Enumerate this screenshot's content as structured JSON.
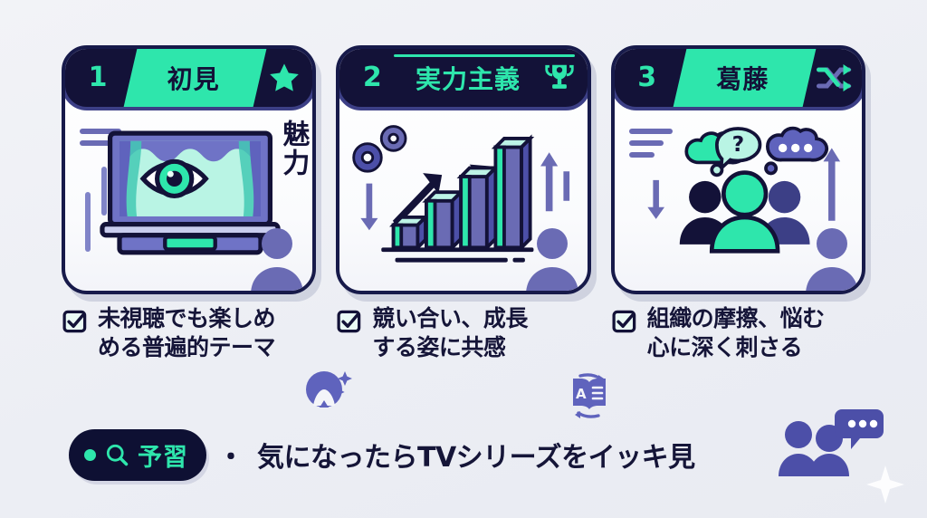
{
  "background_color": "#eef0f5",
  "palette": {
    "navy": "#131238",
    "teal": "#2ee6ac",
    "purple": "#6a6bb4",
    "deep_purple": "#4c4fa8",
    "card_border": "#171a4a",
    "text": "#151538"
  },
  "cards": [
    {
      "number": "1",
      "title": "初見",
      "title_on": "teal",
      "icon": "star-icon",
      "kanji_overlay": "魅力",
      "illustration": "stage-curtain-eye-laptop",
      "caption": "未視聴でも楽しめめる普遍的テーマ",
      "caption_line1": "未視聴でも楽しめ",
      "caption_line2": "める普遍的テーマ",
      "check_icon": "checkbox-checked-icon"
    },
    {
      "number": "2",
      "title": "実力主義",
      "title_on": "navy",
      "icon": "trophy-icon",
      "kanji_overlay": "",
      "illustration": "growth-bar-chart-gears-arrows",
      "caption": "競い合い、成長する姿に共感",
      "caption_line1": "競い合い、成長",
      "caption_line2": "する姿に共感",
      "check_icon": "checkbox-checked-icon"
    },
    {
      "number": "3",
      "title": "葛藤",
      "title_on": "teal",
      "icon": "shuffle-arrows-icon",
      "kanji_overlay": "",
      "illustration": "people-with-thought-bubbles",
      "caption": "組織の摩擦、悩む心に深く刺さる",
      "caption_line1": "組織の摩擦、悩む",
      "caption_line2": "心に深く刺さる",
      "check_icon": "checkbox-checked-icon"
    }
  ],
  "floating_icons": [
    {
      "name": "sparkle-avatar-icon",
      "label": ""
    },
    {
      "name": "translate-book-icon",
      "label": "A"
    },
    {
      "name": "people-chat-icon",
      "label": ""
    },
    {
      "name": "sparkle-icon",
      "label": ""
    }
  ],
  "bottom": {
    "pill_icon": "search-icon",
    "pill_label": "予習",
    "separator": "・",
    "text": "気になったらTVシリーズをイッキ見"
  }
}
